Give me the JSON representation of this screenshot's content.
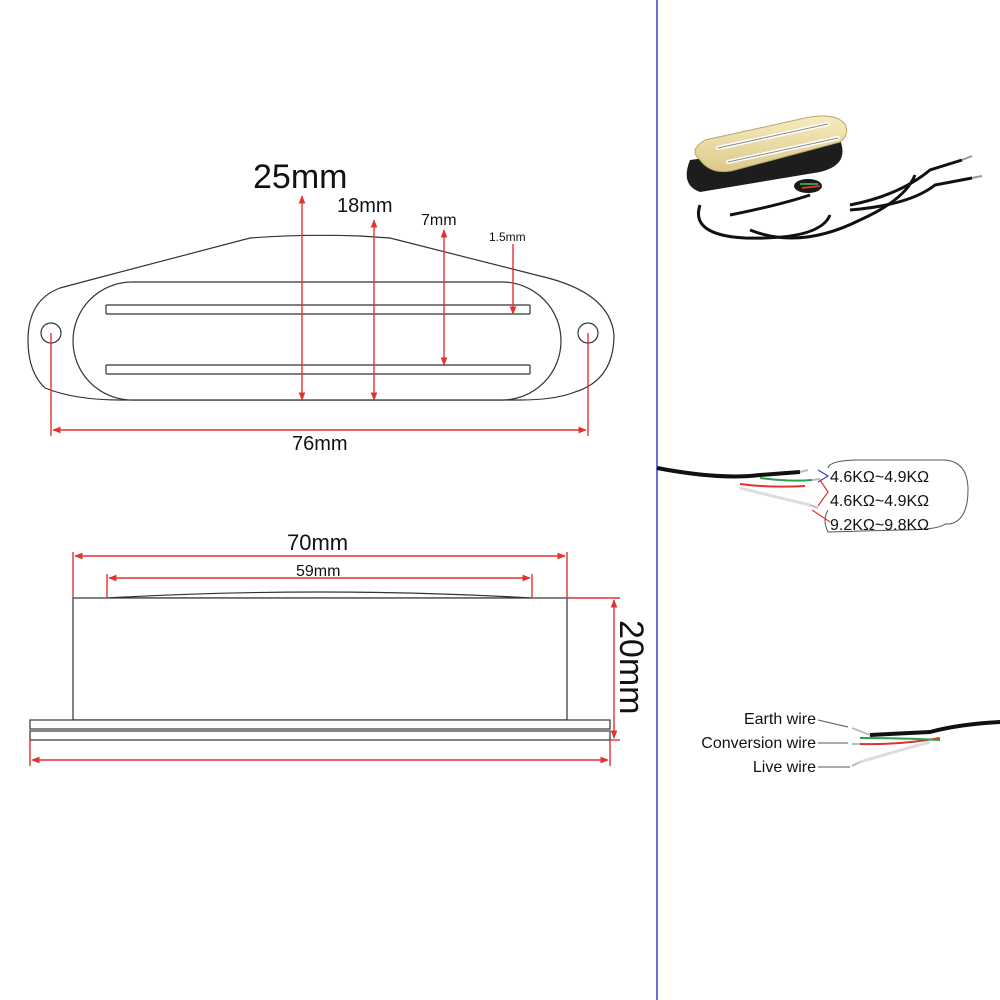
{
  "top_view": {
    "dim_height_total": "25mm",
    "dim_height_cover": "18mm",
    "dim_rail_spacing": "7mm",
    "dim_rail_width": "1.5mm",
    "dim_length_total": "76mm"
  },
  "side_view": {
    "dim_cover_length": "70mm",
    "dim_rail_length": "59mm",
    "dim_height": "20mm"
  },
  "resistance": {
    "value_1": "4.6KΩ~4.9KΩ",
    "value_2": "4.6KΩ~4.9KΩ",
    "value_3": "9.2KΩ~9.8KΩ"
  },
  "wires": {
    "earth": "Earth wire",
    "conversion": "Conversion wire",
    "live": "Live wire"
  },
  "colors": {
    "dimension_red": "#e0342e",
    "divider_blue": "#3b3bd6",
    "cover_cream": "#f2e2a8"
  }
}
